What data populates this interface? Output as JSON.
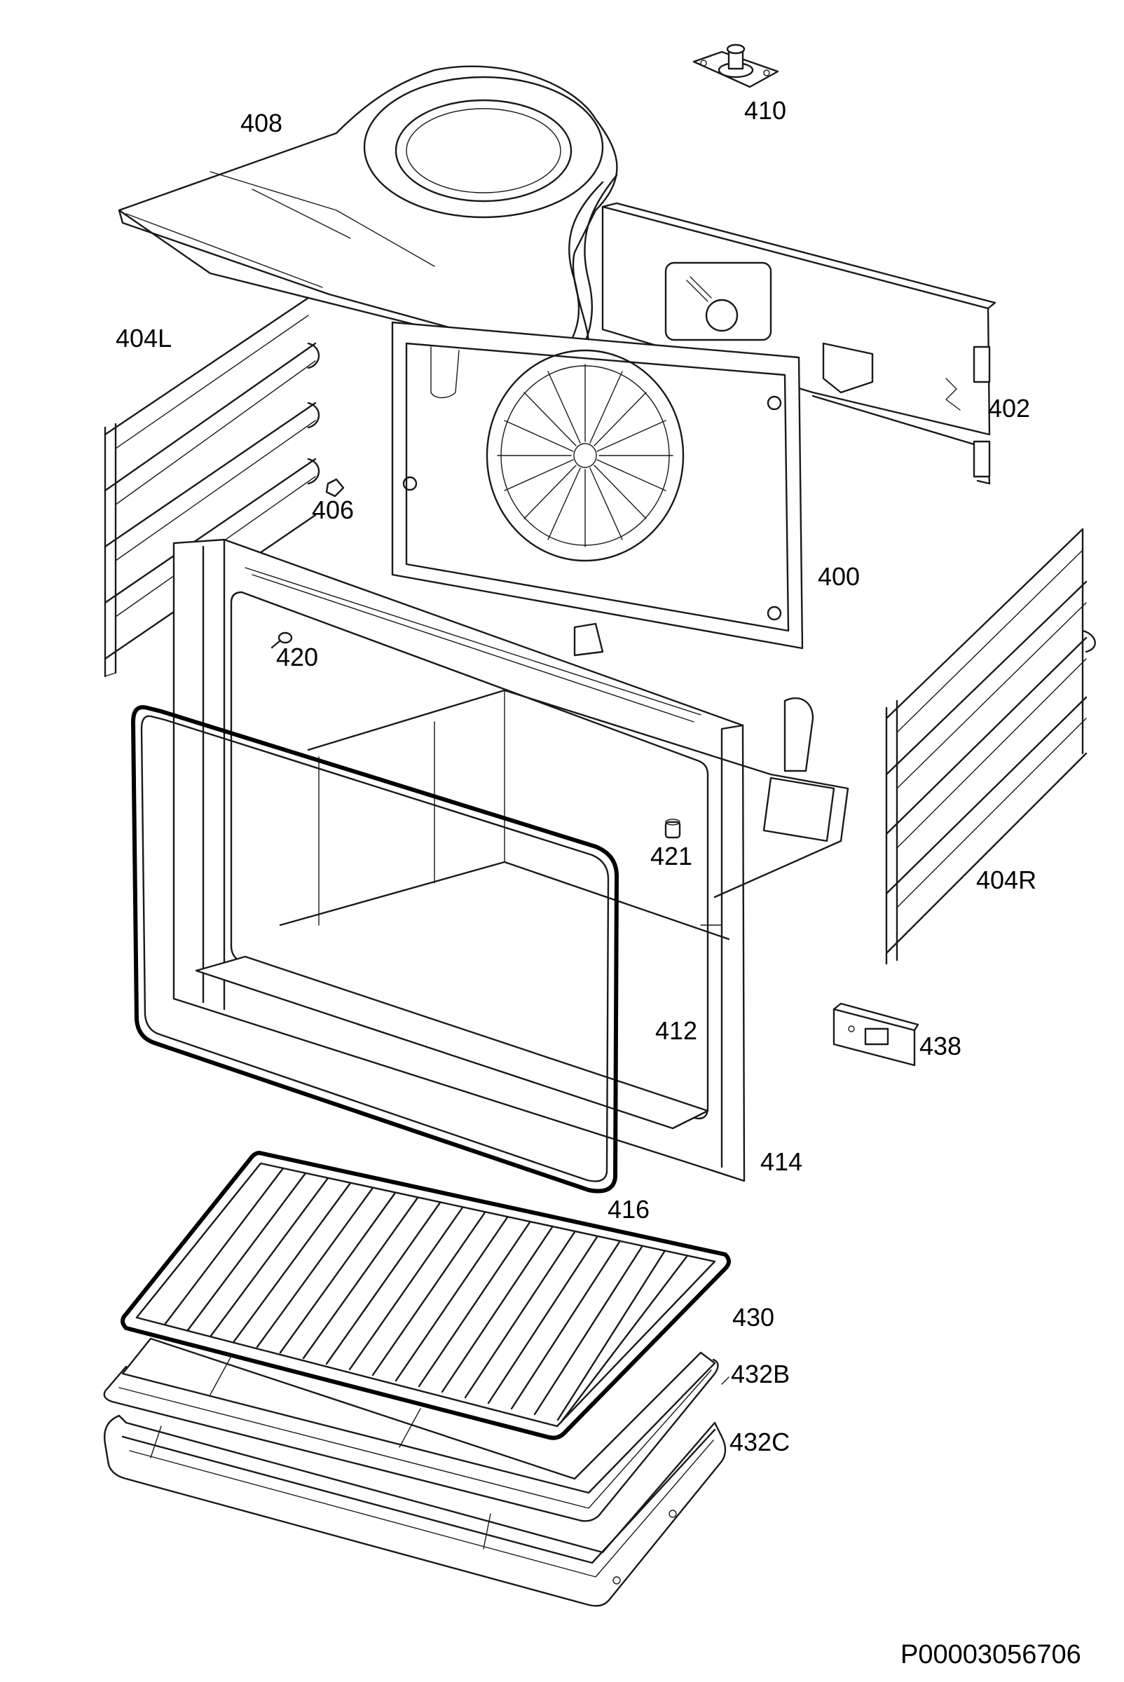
{
  "diagram": {
    "labels": {
      "p408": "408",
      "p410": "410",
      "p404L": "404L",
      "p402": "402",
      "p406": "406",
      "p400": "400",
      "p420": "420",
      "p421": "421",
      "p404R": "404R",
      "p412": "412",
      "p438": "438",
      "p414": "414",
      "p416": "416",
      "p430": "430",
      "p432B": "432B",
      "p432C": "432C"
    },
    "document_code": "P00003056706"
  }
}
